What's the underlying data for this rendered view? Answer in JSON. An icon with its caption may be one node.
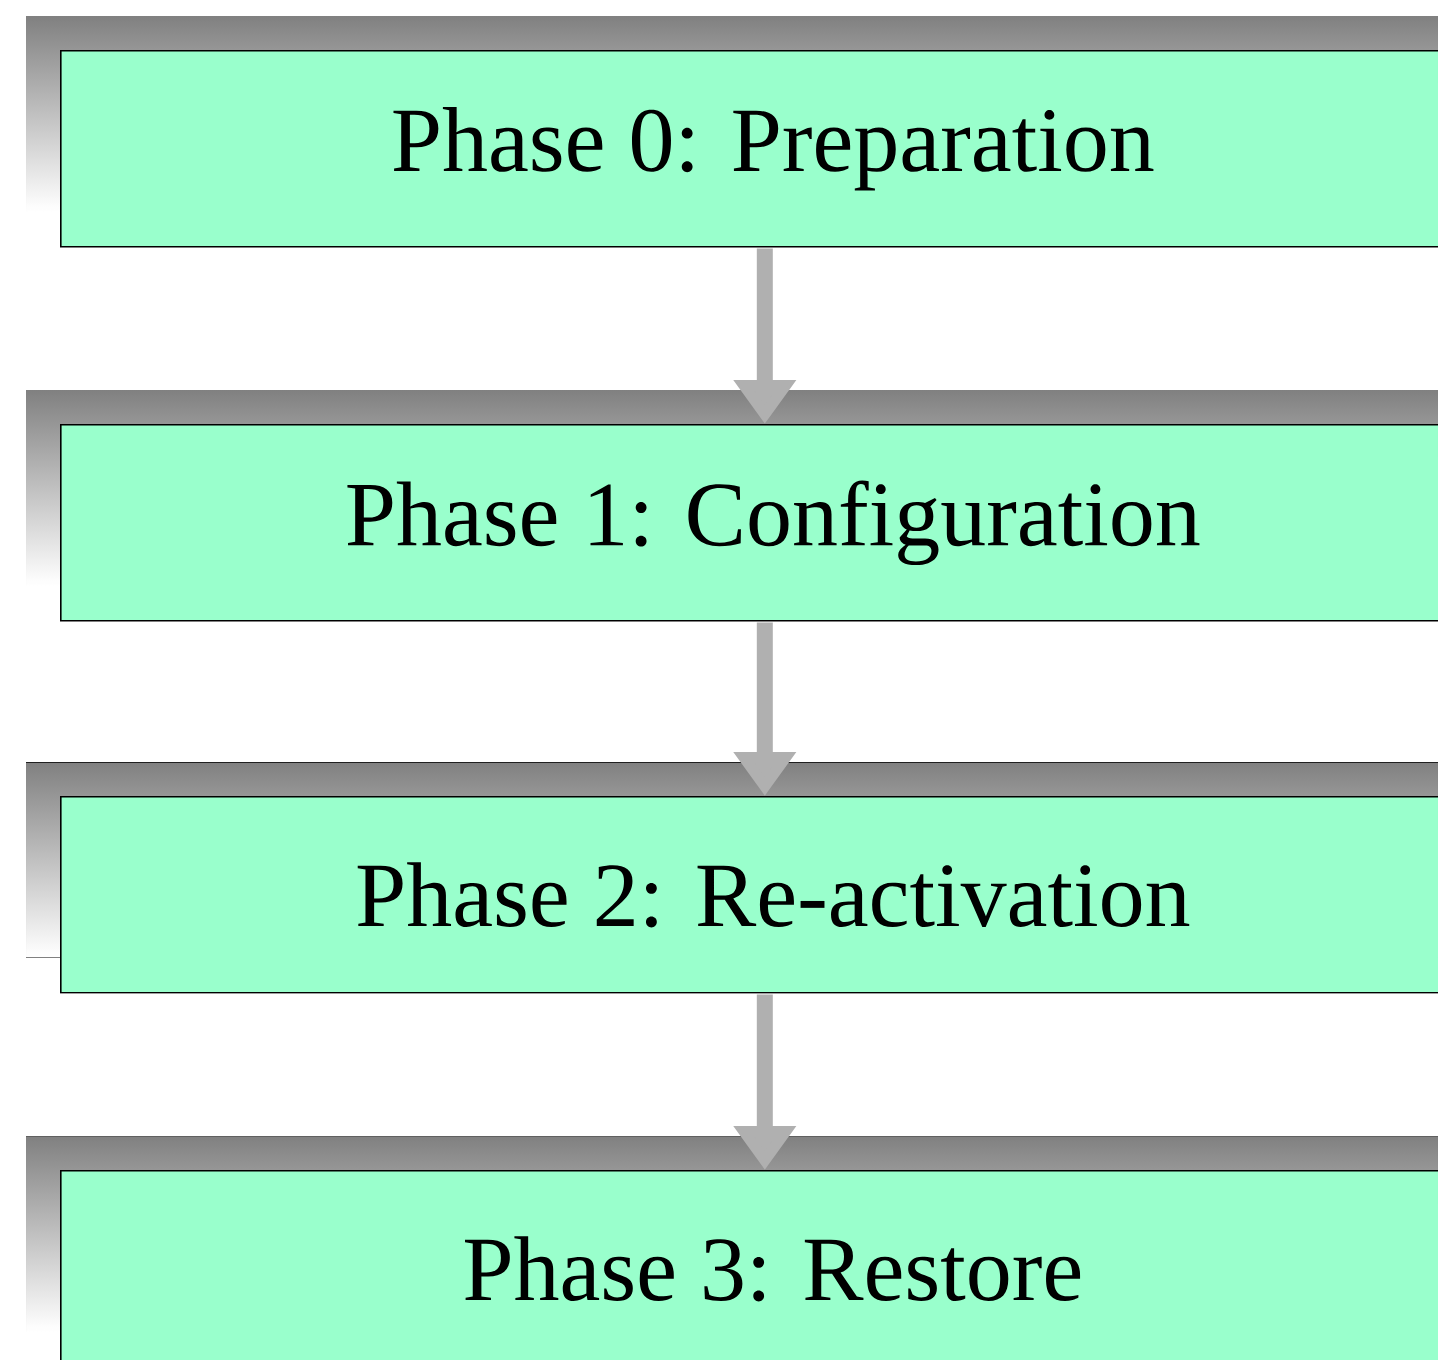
{
  "diagram": {
    "nodes": [
      {
        "text": [
          "Phase 0: Preparation"
        ]
      },
      {
        "text": [
          "Phase 1: Configuration"
        ]
      },
      {
        "text": [
          "Phase 2: Re-activation"
        ]
      },
      {
        "text": [
          "Phase 3: Restore"
        ]
      }
    ],
    "edges": [
      {
        "from": 0,
        "to": 1,
        "arrow": "to"
      },
      {
        "from": 1,
        "to": 2,
        "arrow": "to"
      },
      {
        "from": 2,
        "to": 3,
        "arrow": "to"
      }
    ]
  }
}
